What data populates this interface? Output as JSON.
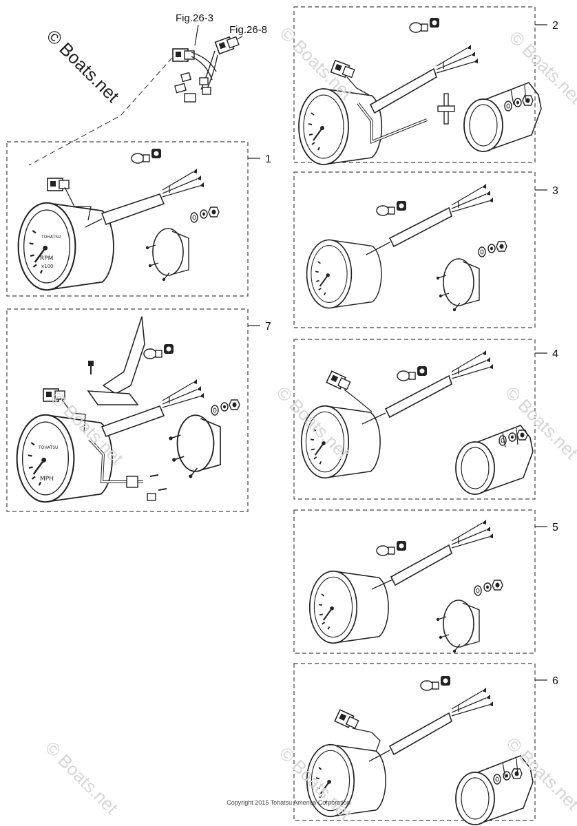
{
  "figure_refs": [
    "Fig.26-3",
    "Fig.26-8"
  ],
  "callouts": [
    "1",
    "2",
    "3",
    "4",
    "5",
    "6",
    "7"
  ],
  "gauge_face": {
    "brand": "TOHATSU",
    "tach_units": "RPM",
    "tach_multiplier": "x100",
    "speed_units": "MPH"
  },
  "watermark": "© Boats.net",
  "copyright": "Copyright 2015 Tohatsu America Corporation",
  "colors": {
    "line": "#222222",
    "dash": "#444444",
    "watermark": "#d6d6d6"
  }
}
